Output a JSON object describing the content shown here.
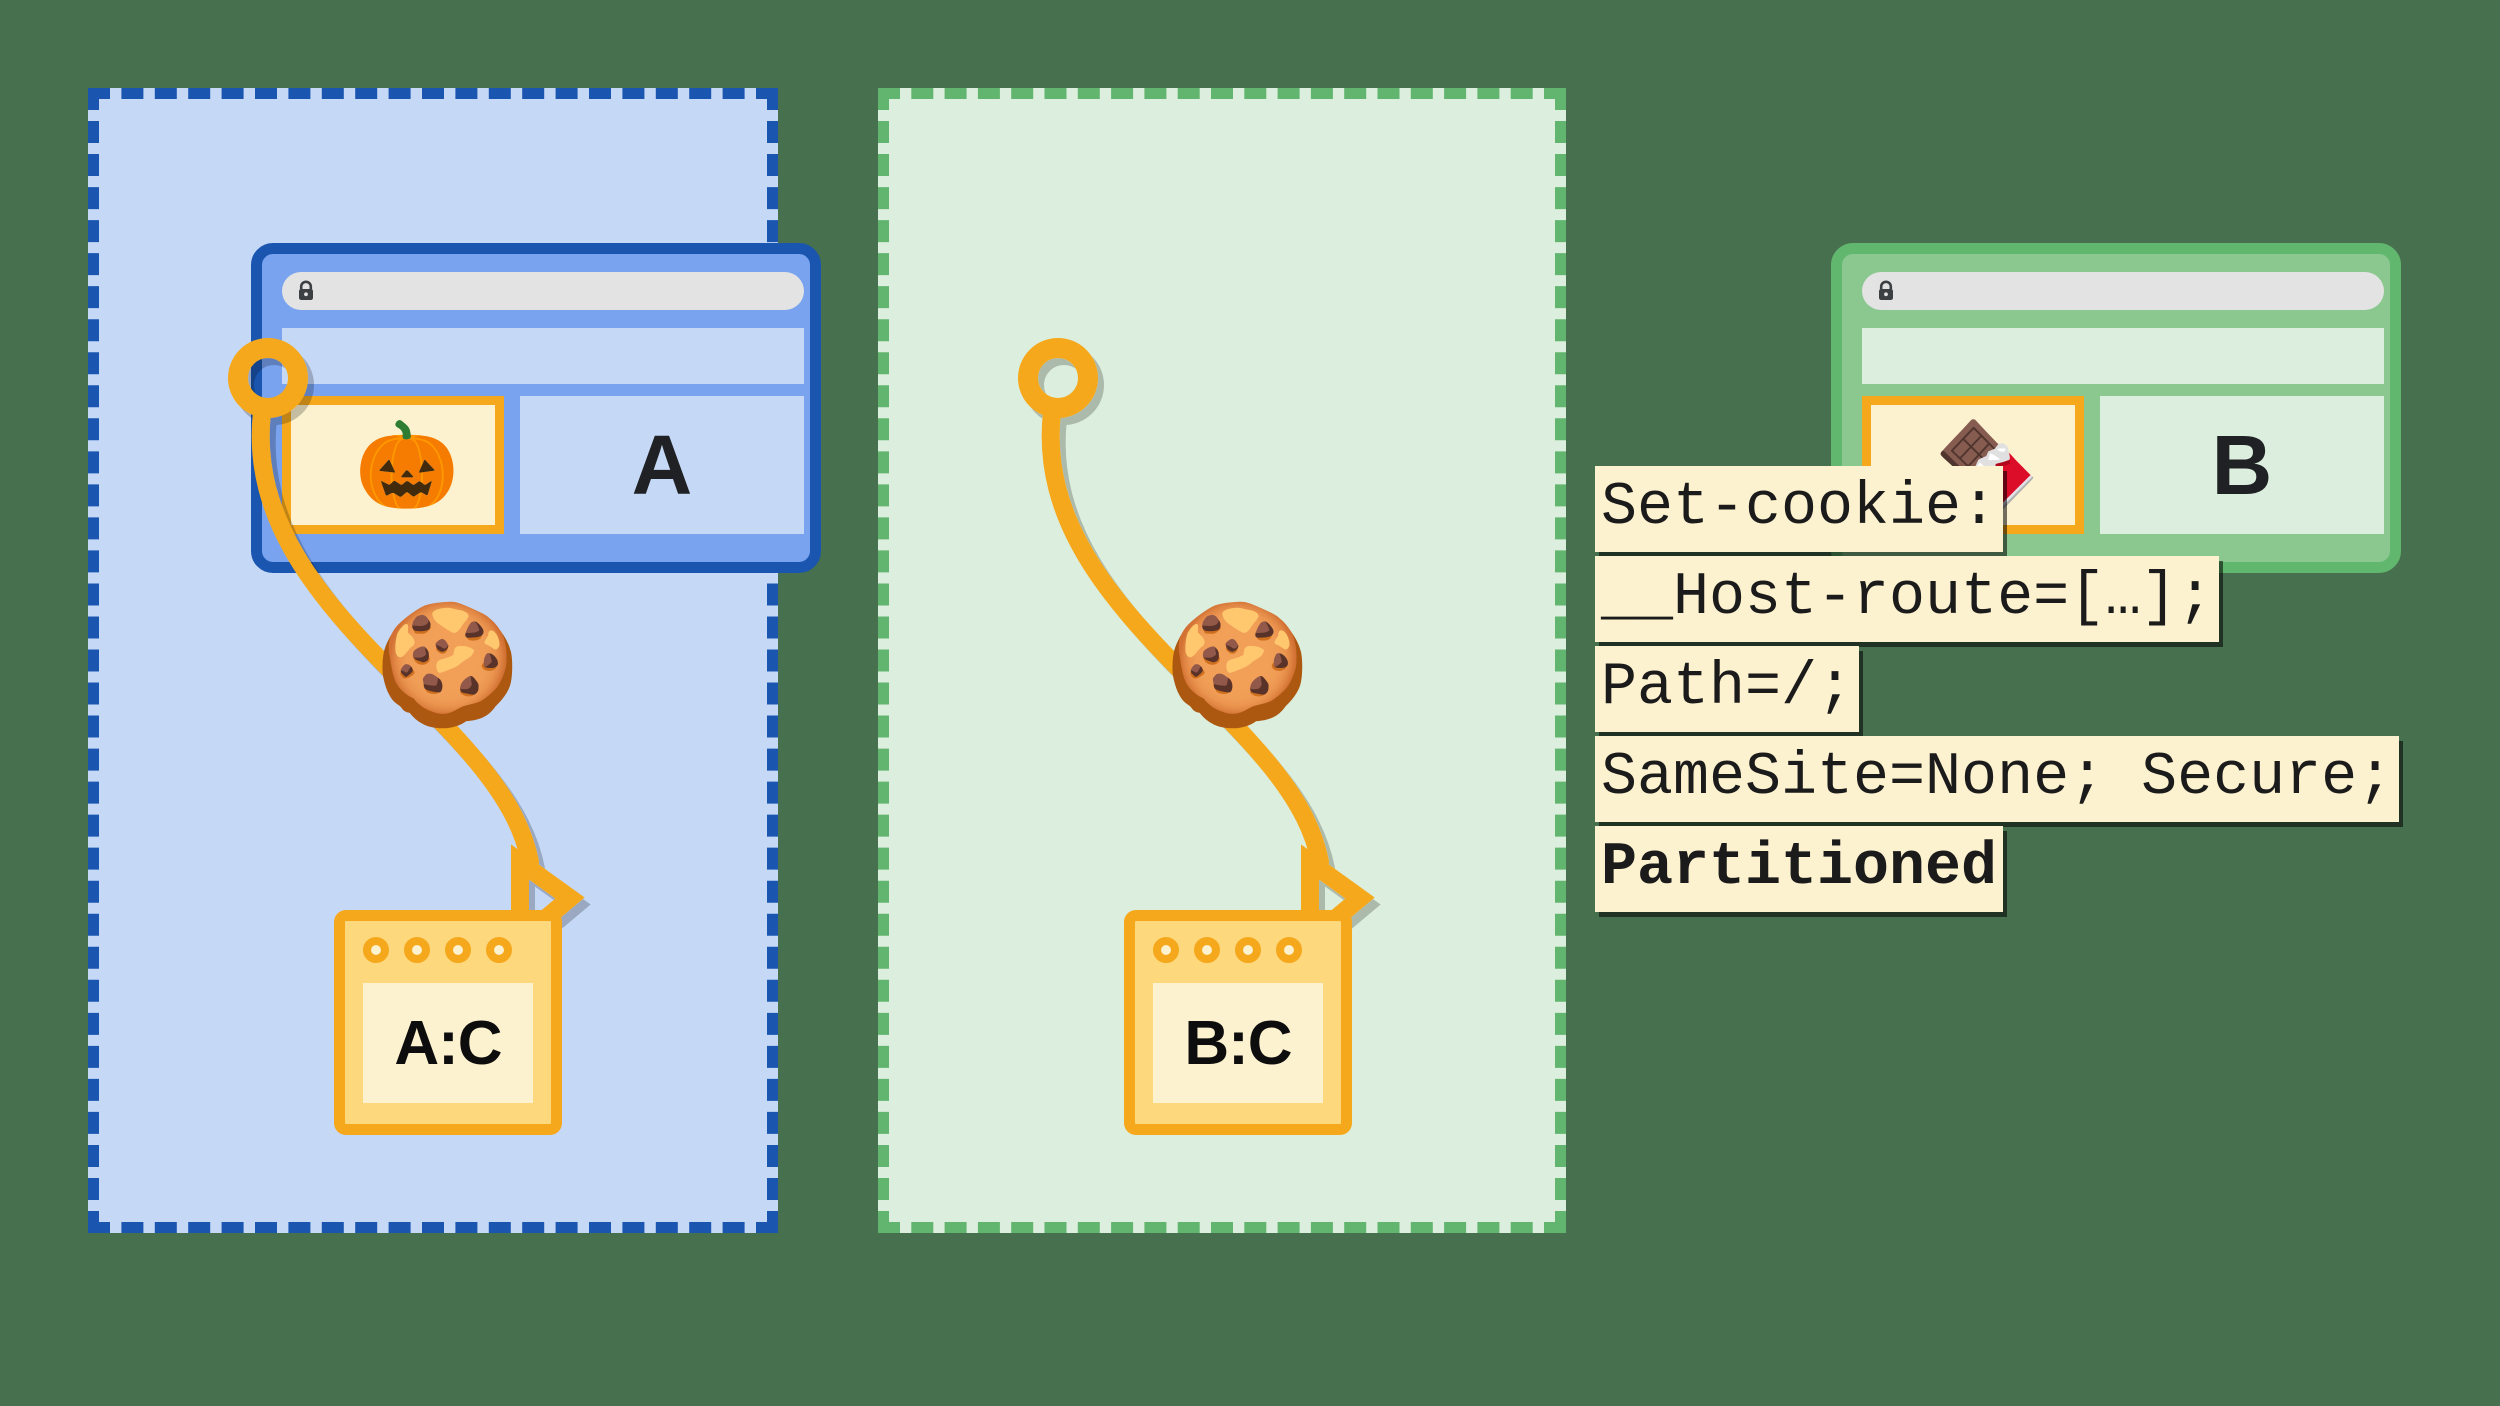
{
  "page": {
    "background_color": "#47704e",
    "accent_orange": "#f6a81c",
    "cream": "#fdf2cf"
  },
  "partitions": [
    {
      "id": "partition-a",
      "label": "A",
      "border_color": "#1a56b0",
      "fill_color": "#c5d9f7",
      "browser": {
        "url_value": "",
        "lock_icon": "lock-icon",
        "embedded_frame_icon": "jack-o-lantern",
        "site_letter": "A"
      },
      "cookie_icon": "cookie",
      "storage_label": "A:C",
      "storage_dot_count": 4
    },
    {
      "id": "partition-b",
      "label": "B",
      "border_color": "#61b56e",
      "fill_color": "#dceedd",
      "browser": {
        "url_value": "",
        "lock_icon": "lock-icon",
        "embedded_frame_icon": "chocolate-bar",
        "site_letter": "B"
      },
      "cookie_icon": "cookie",
      "storage_label": "B:C",
      "storage_dot_count": 4
    }
  ],
  "code_block": {
    "lines": [
      {
        "text": "Set-cookie:",
        "bold": false
      },
      {
        "text": "__Host-route=[…];",
        "bold": false
      },
      {
        "text": "Path=/;",
        "bold": false
      },
      {
        "text": "SameSite=None; Secure;",
        "bold": false
      },
      {
        "text": "Partitioned",
        "bold": true
      }
    ]
  },
  "icons": {
    "jack_o_lantern": "🎃",
    "chocolate_bar": "🍫",
    "cookie": "🍪"
  }
}
